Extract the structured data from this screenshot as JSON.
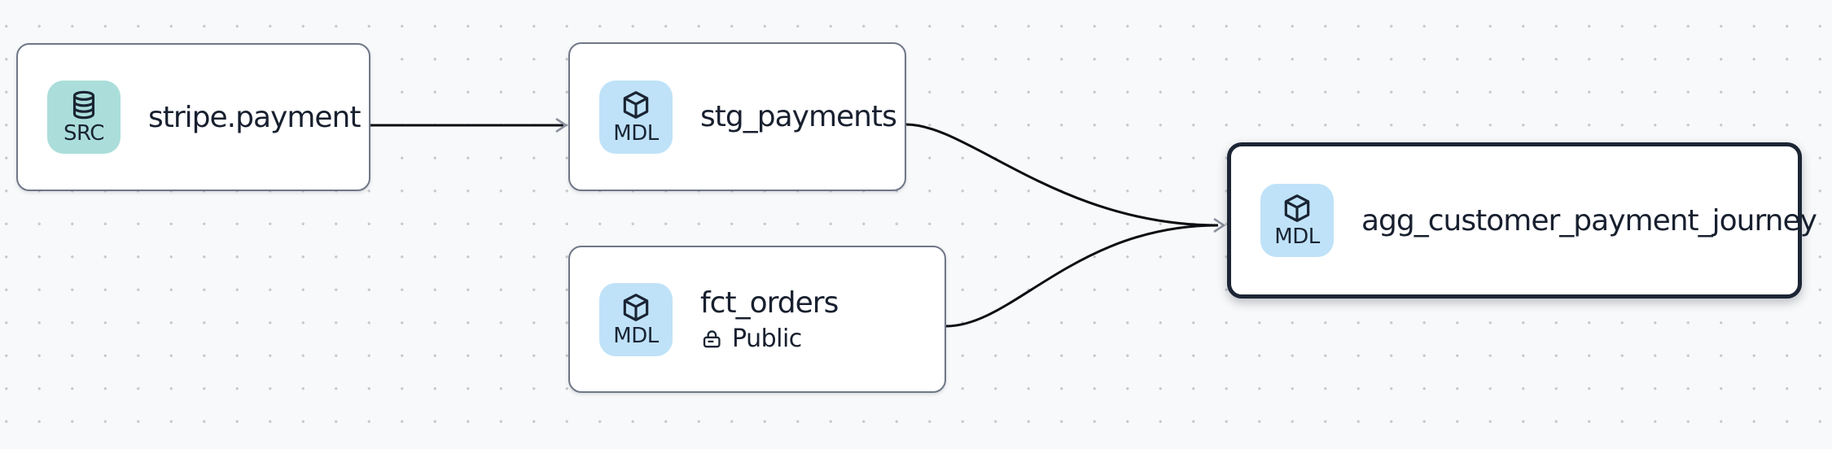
{
  "canvas": {
    "type": "lineage-graph",
    "background_color": "#f8f9fa",
    "dot_grid_color": "#c7cad0"
  },
  "colors": {
    "node_background": "#ffffff",
    "node_border": "#6f7787",
    "selected_node_border": "#1c2534",
    "badge_source_background": "#abdedb",
    "badge_model_background": "#bfe2f8",
    "edge_stroke": "#0b0d12",
    "arrowhead_stroke": "#8b919d",
    "text_color": "#18202f"
  },
  "nodes": [
    {
      "title": "stripe.payment",
      "badge": "SRC",
      "badge_icon": "database-icon",
      "type": "source",
      "selected": false
    },
    {
      "title": "stg_payments",
      "badge": "MDL",
      "badge_icon": "cube-icon",
      "type": "model",
      "selected": false
    },
    {
      "title": "fct_orders",
      "badge": "MDL",
      "badge_icon": "cube-icon",
      "type": "model",
      "visibility": "Public",
      "visibility_icon": "unlock-icon",
      "selected": false
    },
    {
      "title": "agg_customer_payment_journey",
      "badge": "MDL",
      "badge_icon": "cube-icon",
      "type": "model",
      "selected": true
    }
  ],
  "edges": [
    {
      "source": "stripe.payment",
      "target": "stg_payments"
    },
    {
      "source": "stg_payments",
      "target": "agg_customer_payment_journey"
    },
    {
      "source": "fct_orders",
      "target": "agg_customer_payment_journey"
    }
  ]
}
